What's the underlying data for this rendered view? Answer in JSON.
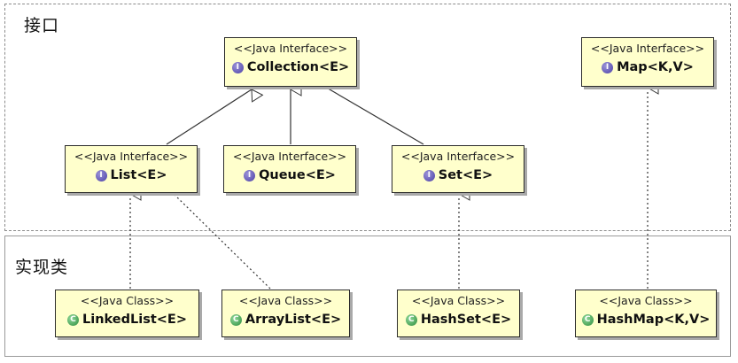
{
  "groups": {
    "interfaces_label": "接口",
    "implementations_label": "实现类"
  },
  "nodes": {
    "collection": {
      "stereotype": "<<Java Interface>>",
      "name": "Collection<E>",
      "badge": "I"
    },
    "map": {
      "stereotype": "<<Java Interface>>",
      "name": "Map<K,V>",
      "badge": "I"
    },
    "list": {
      "stereotype": "<<Java Interface>>",
      "name": "List<E>",
      "badge": "I"
    },
    "queue": {
      "stereotype": "<<Java Interface>>",
      "name": "Queue<E>",
      "badge": "I"
    },
    "set": {
      "stereotype": "<<Java Interface>>",
      "name": "Set<E>",
      "badge": "I"
    },
    "linkedlist": {
      "stereotype": "<<Java Class>>",
      "name": "LinkedList<E>",
      "badge": "C"
    },
    "arraylist": {
      "stereotype": "<<Java Class>>",
      "name": "ArrayList<E>",
      "badge": "C"
    },
    "hashset": {
      "stereotype": "<<Java Class>>",
      "name": "HashSet<E>",
      "badge": "C"
    },
    "hashmap": {
      "stereotype": "<<Java Class>>",
      "name": "HashMap<K,V>",
      "badge": "C"
    }
  },
  "relations": [
    {
      "from": "list",
      "to": "collection",
      "kind": "extends"
    },
    {
      "from": "queue",
      "to": "collection",
      "kind": "extends"
    },
    {
      "from": "set",
      "to": "collection",
      "kind": "extends"
    },
    {
      "from": "linkedlist",
      "to": "list",
      "kind": "implements"
    },
    {
      "from": "arraylist",
      "to": "list",
      "kind": "implements"
    },
    {
      "from": "hashset",
      "to": "set",
      "kind": "implements"
    },
    {
      "from": "hashmap",
      "to": "map",
      "kind": "implements"
    }
  ],
  "colors": {
    "node_fill": "#ffffcc",
    "interface_badge": "#4b3fa6",
    "class_badge": "#2d8c3c"
  }
}
